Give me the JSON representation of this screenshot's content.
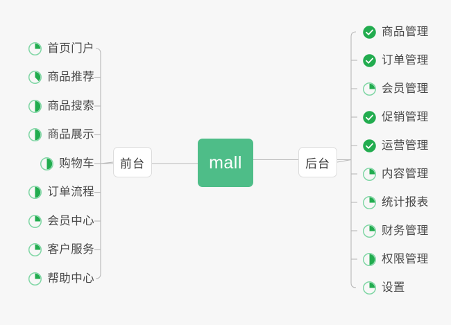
{
  "diagram": {
    "title": "mall",
    "background_color": "#f7f7f7",
    "accent_color": "#4ebd88",
    "icon_done_color": "#22ac4f",
    "icon_ring_color": "#7fd6a4",
    "connector_color": "#b8b8b8",
    "root": {
      "label": "mall"
    },
    "branches": [
      {
        "side": "left",
        "node": {
          "label": "前台"
        },
        "items": [
          {
            "label": "首页门户",
            "icon": "pie-progress-icon",
            "progress": 25
          },
          {
            "label": "商品推荐",
            "icon": "pie-progress-icon",
            "progress": 38
          },
          {
            "label": "商品搜索",
            "icon": "pie-progress-icon",
            "progress": 50
          },
          {
            "label": "商品展示",
            "icon": "pie-progress-icon",
            "progress": 50
          },
          {
            "label": "购物车",
            "icon": "pie-progress-icon",
            "progress": 50
          },
          {
            "label": "订单流程",
            "icon": "pie-progress-icon",
            "progress": 50
          },
          {
            "label": "会员中心",
            "icon": "pie-progress-icon",
            "progress": 25
          },
          {
            "label": "客户服务",
            "icon": "pie-progress-icon",
            "progress": 25
          },
          {
            "label": "帮助中心",
            "icon": "pie-progress-icon",
            "progress": 25
          }
        ]
      },
      {
        "side": "right",
        "node": {
          "label": "后台"
        },
        "items": [
          {
            "label": "商品管理",
            "icon": "check-circle-icon",
            "progress": 100
          },
          {
            "label": "订单管理",
            "icon": "check-circle-icon",
            "progress": 100
          },
          {
            "label": "会员管理",
            "icon": "pie-progress-icon",
            "progress": 25
          },
          {
            "label": "促销管理",
            "icon": "check-circle-icon",
            "progress": 100
          },
          {
            "label": "运营管理",
            "icon": "check-circle-icon",
            "progress": 100
          },
          {
            "label": "内容管理",
            "icon": "pie-progress-icon",
            "progress": 25
          },
          {
            "label": "统计报表",
            "icon": "pie-progress-icon",
            "progress": 25
          },
          {
            "label": "财务管理",
            "icon": "pie-progress-icon",
            "progress": 25
          },
          {
            "label": "权限管理",
            "icon": "pie-progress-icon",
            "progress": 50
          },
          {
            "label": "设置",
            "icon": "pie-progress-icon",
            "progress": 25
          }
        ]
      }
    ]
  }
}
